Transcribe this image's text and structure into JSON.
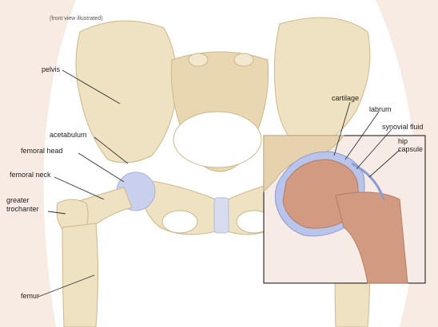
{
  "caption": "(front view illustrated)",
  "labels": {
    "pelvis": "pelvis",
    "acetabulum": "acetabulum",
    "femoral_head": "femoral head",
    "femoral_neck": "femoral neck",
    "greater_trochanter_1": "greater",
    "greater_trochanter_2": "trochanter",
    "femur": "femur",
    "cartilage": "cartilage",
    "labrum": "labrum",
    "synovial_fluid": "synovial fluid",
    "hip_capsule_1": "hip",
    "hip_capsule_2": "capsule"
  },
  "colors": {
    "bone": "#efe2c3",
    "bone_shade": "#d9c59a",
    "skin": "#f6e6de",
    "cartilage_blue": "#b9c4ea",
    "marrow": "#d39a82",
    "line": "#333333"
  }
}
